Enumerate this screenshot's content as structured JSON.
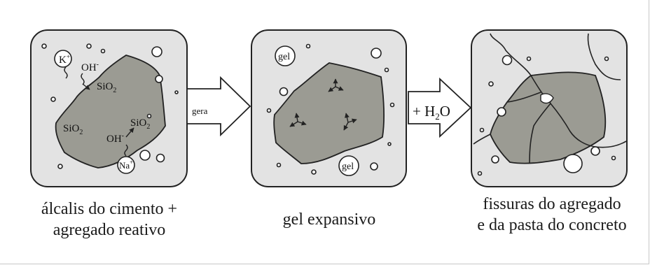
{
  "colors": {
    "panel": "#e3e3e3",
    "aggregate": "#9b9b93",
    "stroke": "#222222",
    "background": "#ffffff"
  },
  "panel1": {
    "ion_k": "K",
    "ion_k_charge": "+",
    "hydroxide": "OH",
    "hydroxide_charge": "-",
    "silica": "SiO",
    "silica_sub": "2",
    "ion_na": "Na",
    "ion_na_charge": "+",
    "caption_line1": "álcalis do cimento +",
    "caption_line2": "agregado reativo"
  },
  "arrow1": {
    "label": "gera"
  },
  "panel2": {
    "gel_label": "gel",
    "caption": "gel expansivo"
  },
  "arrow2": {
    "label_prefix": "+ H",
    "label_sub": "2",
    "label_suffix": "O"
  },
  "panel3": {
    "caption_line1": "fissuras do agregado",
    "caption_line2": "e da pasta do concreto"
  }
}
